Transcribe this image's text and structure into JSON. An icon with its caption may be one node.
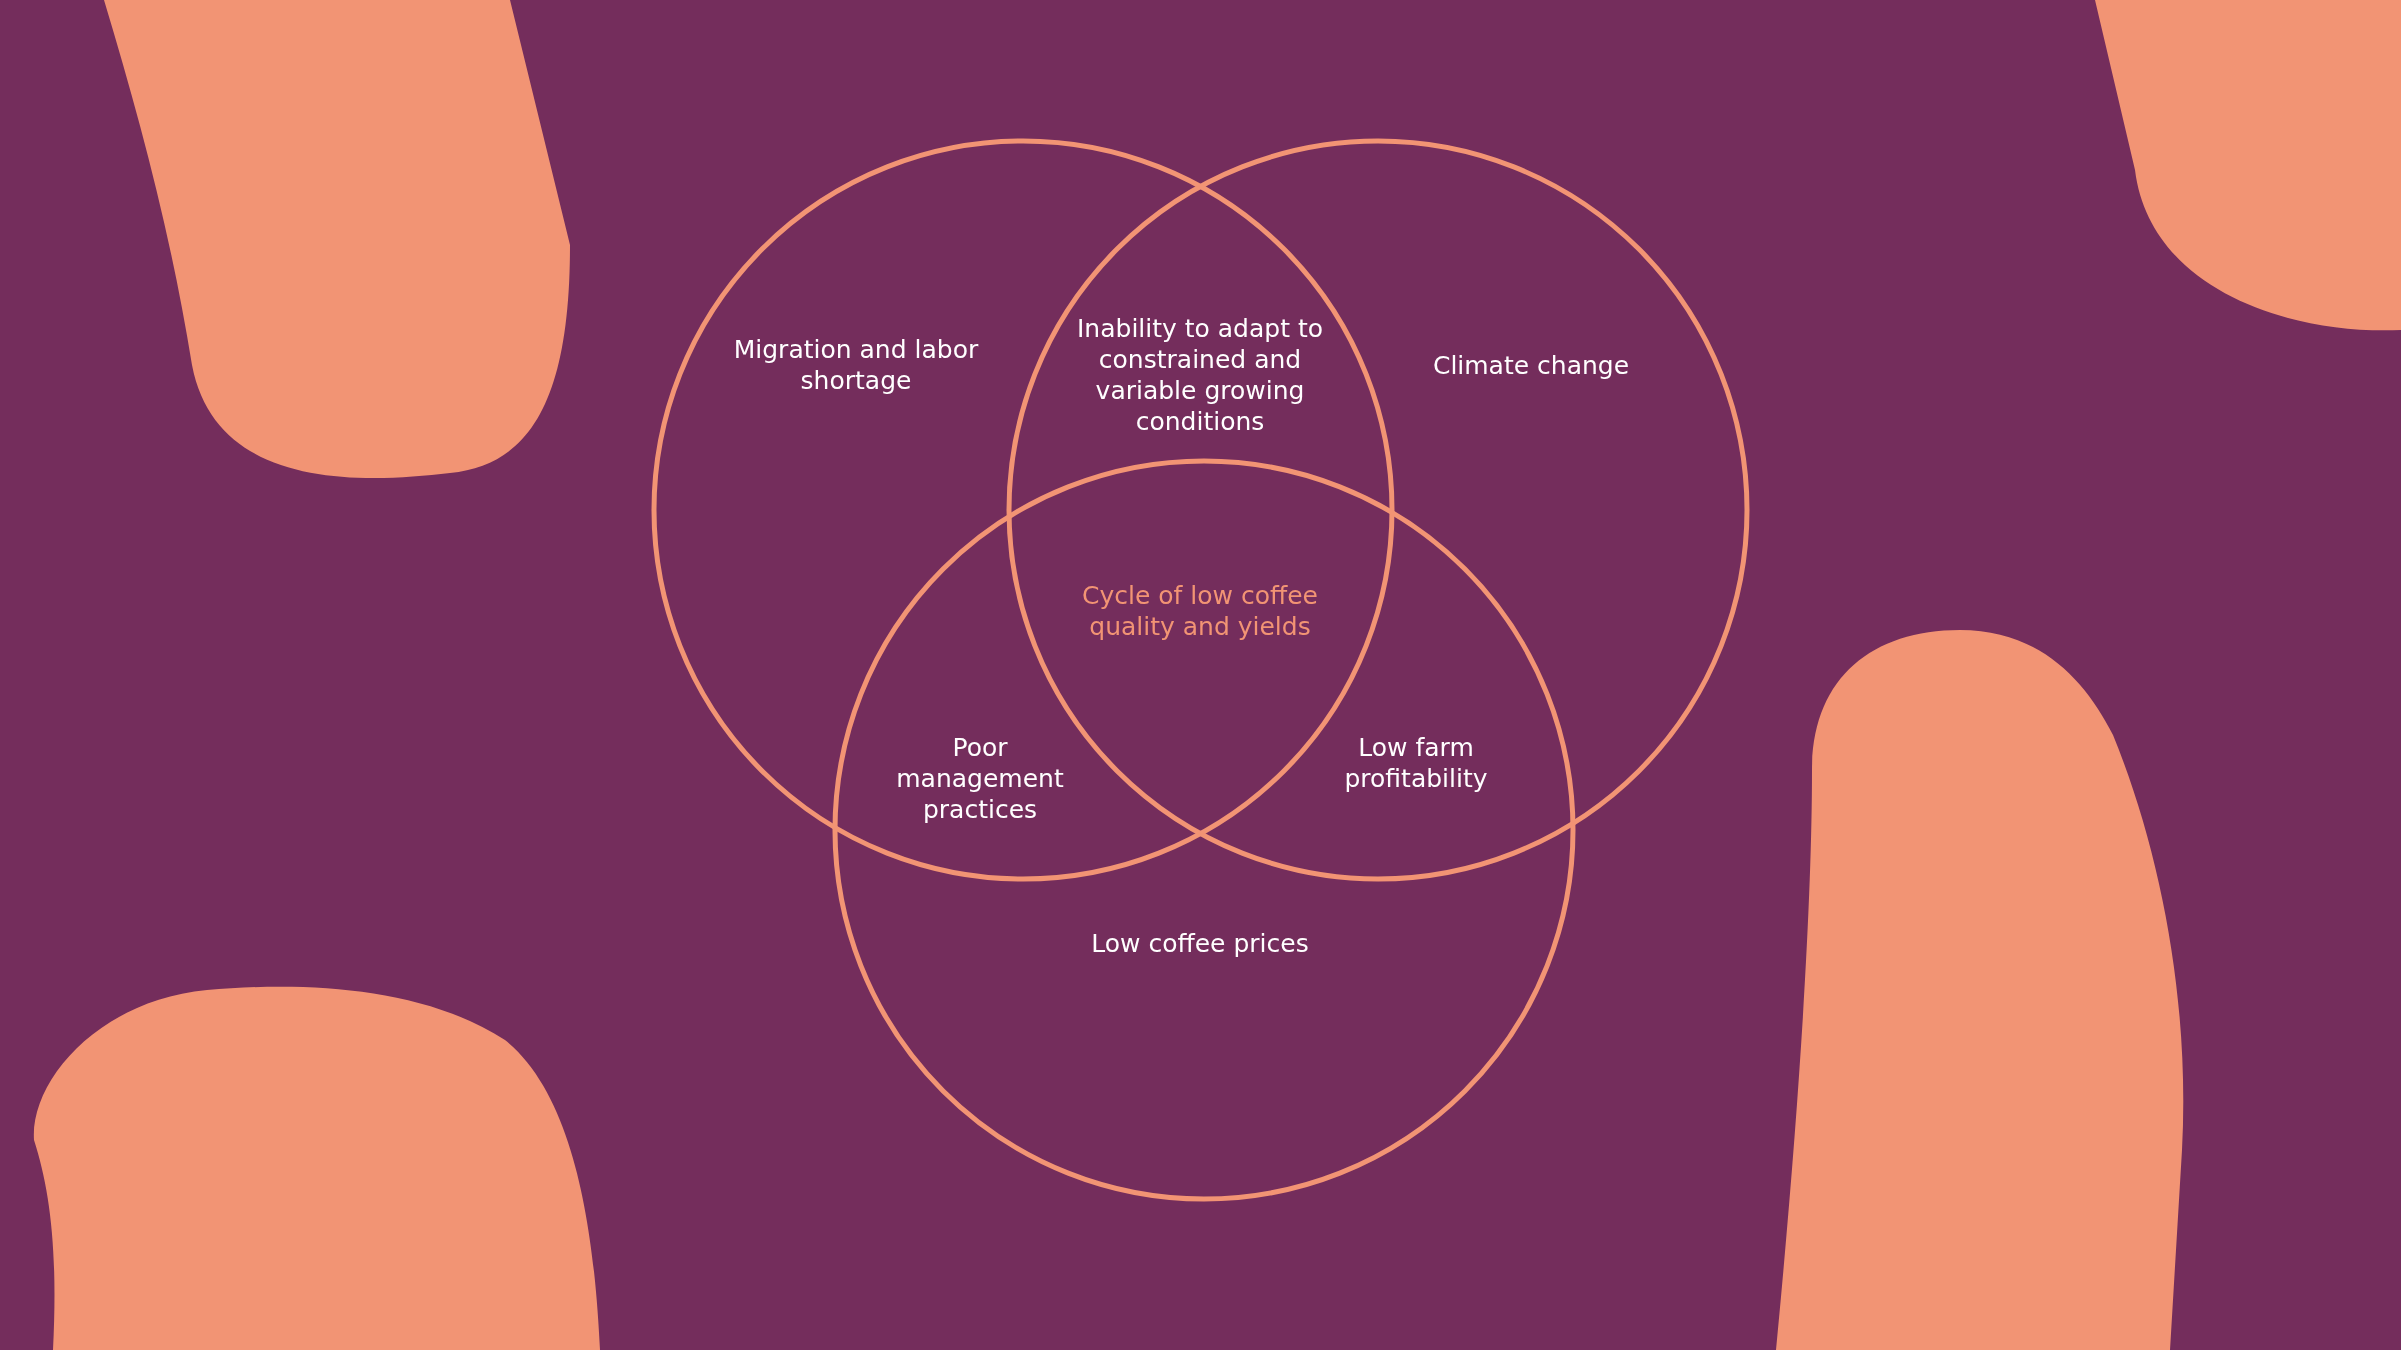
{
  "diagram": {
    "nodes": [
      {
        "text": [
          "Migration and labor shortage"
        ]
      },
      {
        "text": [
          "Climate change"
        ]
      },
      {
        "text": [
          "Low coffee prices"
        ]
      }
    ],
    "labels": [
      "Inability to adapt to constrained and variable growing conditions",
      "Cycle of low coffee quality and yields",
      "Poor management practices",
      "Low farm profitability"
    ]
  }
}
